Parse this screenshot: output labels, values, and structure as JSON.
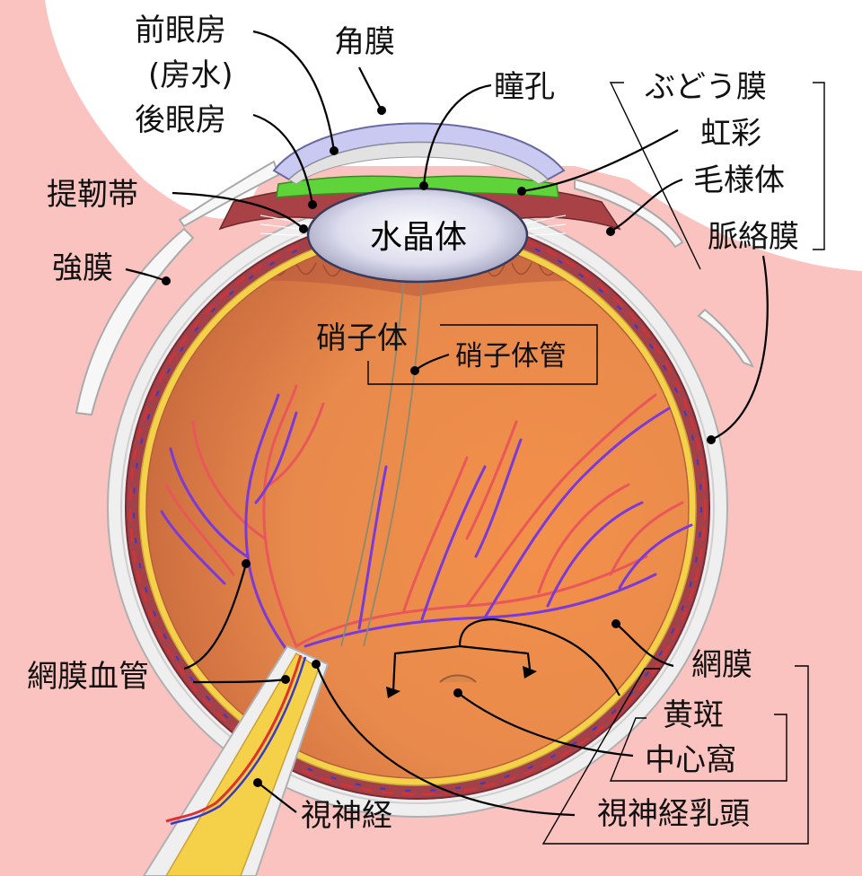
{
  "labels": {
    "anterior_chamber": "前眼房",
    "aqueous_humor": "(房水)",
    "posterior_chamber": "後眼房",
    "cornea": "角膜",
    "pupil": "瞳孔",
    "uvea": "ぶどう膜",
    "iris": "虹彩",
    "ciliary_body": "毛様体",
    "choroid": "脈絡膜",
    "zonule": "提靭帯",
    "sclera": "強膜",
    "lens": "水晶体",
    "vitreous": "硝子体",
    "hyaloid_canal": "硝子体管",
    "retinal_vessels": "網膜血管",
    "retina": "網膜",
    "macula": "黄斑",
    "fovea": "中心窩",
    "optic_nerve": "視神経",
    "optic_disc": "視神経乳頭"
  },
  "colors": {
    "skin": "#fbc3bf",
    "sclera": "#efefef",
    "choroid": "#a2414a",
    "retina": "#f5d14a",
    "vitreous": "#e88a4c",
    "iris": "#5fd43a",
    "cornea": "#c9c9f2",
    "artery": "#e03030",
    "vein": "#3a3ac8"
  }
}
